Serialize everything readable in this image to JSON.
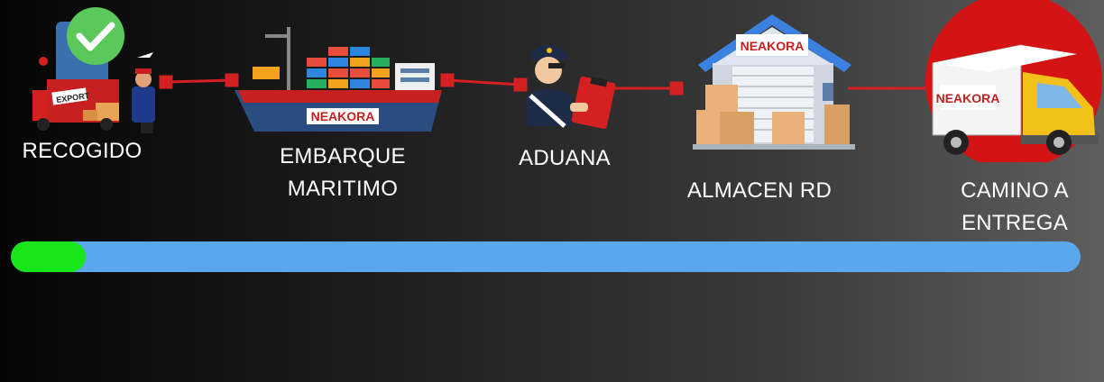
{
  "steps": [
    {
      "label": "RECOGIDO",
      "icon": "pickup-truck-icon",
      "completed": true
    },
    {
      "label": "EMBARQUE\nMARITIMO",
      "icon": "cargo-ship-icon",
      "completed": false
    },
    {
      "label": "ADUANA",
      "icon": "customs-officer-icon",
      "completed": false
    },
    {
      "label": "ALMACEN RD",
      "icon": "warehouse-icon",
      "completed": false
    },
    {
      "label": "CAMINO A\nENTREGA",
      "icon": "delivery-truck-icon",
      "completed": false
    }
  ],
  "icon_text": {
    "export_sign": "EXPORT",
    "brand": "NEAKORA"
  },
  "progress": {
    "fraction": 0.07
  },
  "colors": {
    "progress_track": "#5aa7ee",
    "progress_fill": "#18e61a",
    "connector": "#d42020",
    "check": "#5bc85b",
    "brand_red": "#d42020",
    "truck_yellow": "#f2c21b"
  }
}
